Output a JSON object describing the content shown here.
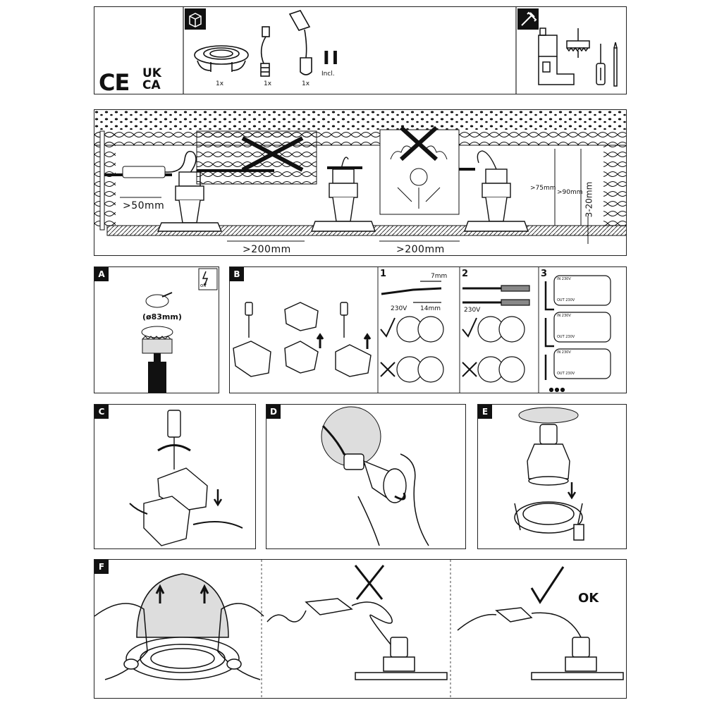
{
  "header": {
    "marks": [
      "CE",
      "UK",
      "CA"
    ],
    "qty_downlight": "1x",
    "qty_connector": "1x",
    "qty_junction": "1x",
    "class_symbol": "II",
    "incl": "Incl.",
    "tools": [
      "drill-icon",
      "hole-saw-icon",
      "screwdriver-icon",
      "pencil-icon"
    ]
  },
  "install": {
    "dim_edge": ">50mm",
    "dim_gap1": ">200mm",
    "dim_gap2": ">200mm",
    "dim_depth1": ">75mm",
    "dim_depth2": ">90mm",
    "dim_ceiling": "3-20mm"
  },
  "panelA": {
    "tag": "A",
    "hole": "(ø83mm)",
    "off": "off"
  },
  "panelB": {
    "tag": "B",
    "step1": "1",
    "step1_strip": "7mm",
    "step1_voltage": "230V",
    "step1_sheath": "14mm",
    "step2": "2",
    "step2_voltage": "230V",
    "step3": "3",
    "step3_labels": [
      "IN 230V",
      "OUT 230V",
      "IN 230V",
      "OUT 230V",
      "IN 230V",
      "OUT 230V"
    ]
  },
  "panelC": {
    "tag": "C"
  },
  "panelD": {
    "tag": "D"
  },
  "panelE": {
    "tag": "E"
  },
  "panelF": {
    "tag": "F",
    "ok": "OK"
  }
}
